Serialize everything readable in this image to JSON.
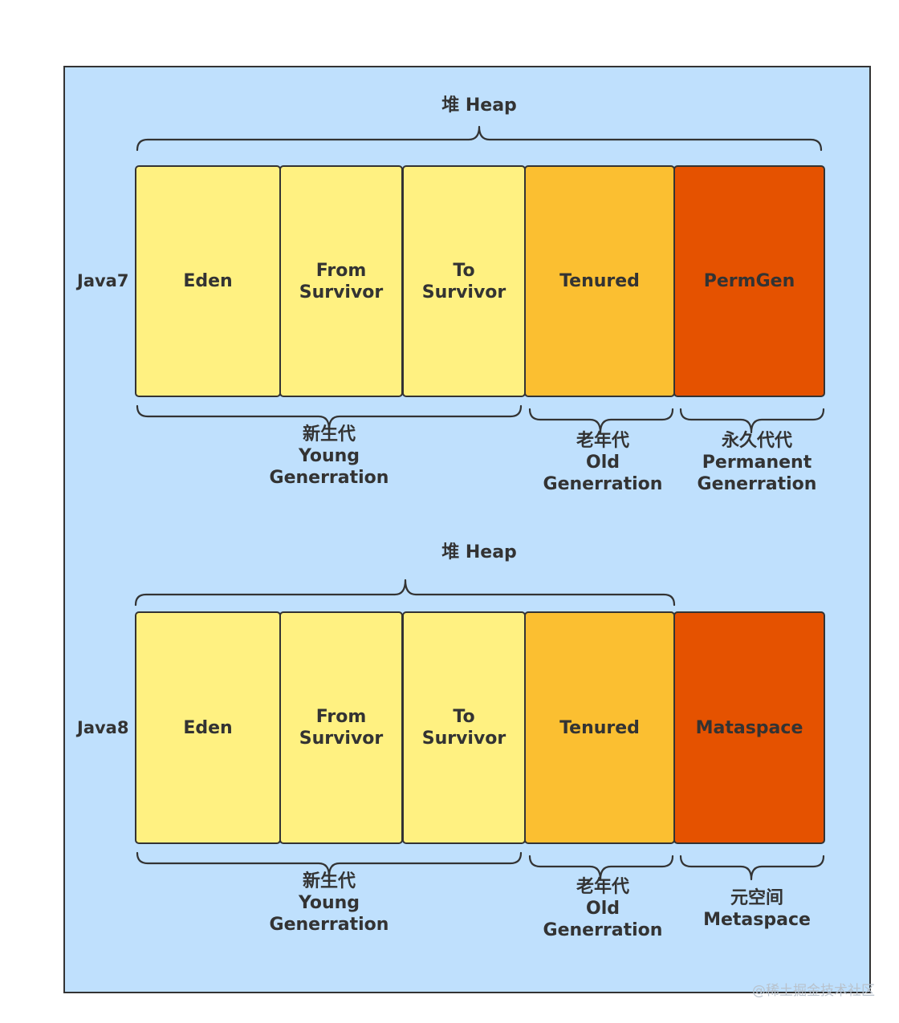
{
  "java7": {
    "row_label": "Java7",
    "heap_label": "堆 Heap",
    "segments": {
      "eden": "Eden",
      "from_survivor": "From\nSurvivor",
      "to_survivor": "To\nSurvivor",
      "tenured": "Tenured",
      "permgen": "PermGen"
    },
    "groups": {
      "young": "新生代\nYoung\nGenerration",
      "old": "老年代\nOld\nGenerration",
      "permanent": "永久代代\nPermanent\nGenerration"
    }
  },
  "java8": {
    "row_label": "Java8",
    "heap_label": "堆 Heap",
    "segments": {
      "eden": "Eden",
      "from_survivor": "From\nSurvivor",
      "to_survivor": "To\nSurvivor",
      "tenured": "Tenured",
      "metaspace": "Mataspace"
    },
    "groups": {
      "young": "新生代\nYoung\nGenerration",
      "old": "老年代\nOld\nGenerration",
      "metaspace": "元空间\nMetaspace"
    }
  },
  "colors": {
    "background": "#bfe0fd",
    "young": "#fff181",
    "old": "#fbbf31",
    "permanent": "#e55200",
    "border": "#333333"
  },
  "watermark": "@稀土掘金技术社区"
}
